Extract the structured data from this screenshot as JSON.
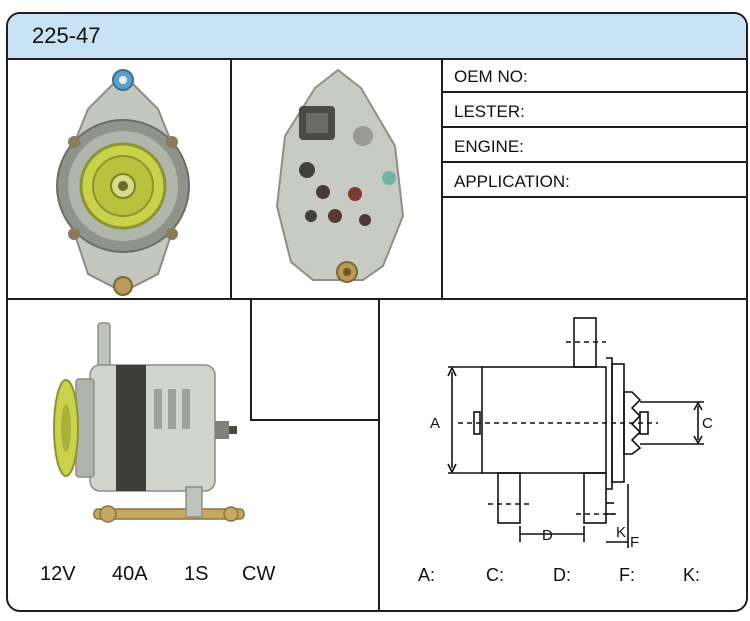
{
  "header": {
    "part_number": "225-47"
  },
  "info_fields": [
    {
      "label": "OEM NO:"
    },
    {
      "label": "LESTER:"
    },
    {
      "label": "ENGINE:"
    },
    {
      "label": "APPLICATION:"
    }
  ],
  "specs": {
    "voltage": "12V",
    "amperage": "40A",
    "pulley": "1S",
    "rotation": "CW"
  },
  "dimension_labels": {
    "a": "A:",
    "c": "C:",
    "d": "D:",
    "f": "F:",
    "k": "K:"
  },
  "diagram_letters": {
    "a": "A",
    "c": "C",
    "d": "D",
    "f": "F",
    "k": "K"
  }
}
